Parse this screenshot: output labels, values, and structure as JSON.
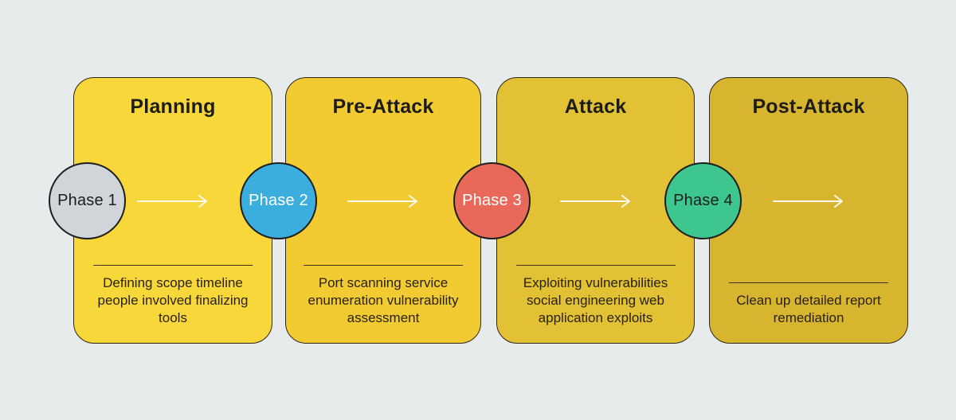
{
  "diagram": {
    "background_color": "#E8EBEC",
    "arrow_color": "#FDF9EC",
    "card_border_color": "#2B2617",
    "phases": [
      {
        "title": "Planning",
        "phase_label": "Phase 1",
        "description": "Defining scope timeline people involved finalizing tools",
        "card_color": "#F8D73B",
        "circle_color": "#D0D5DA",
        "circle_text_color": "#1D1D1D"
      },
      {
        "title": "Pre-Attack",
        "phase_label": "Phase 2",
        "description": "Port scanning service enumeration vulnerability assessment",
        "card_color": "#F2CB33",
        "circle_color": "#3BAEDE",
        "circle_text_color": "#FFFFFF"
      },
      {
        "title": "Attack",
        "phase_label": "Phase 3",
        "description": "Exploiting vulnerabilities social engineering web application exploits",
        "card_color": "#E2C134",
        "circle_color": "#E8685A",
        "circle_text_color": "#FFFFFF"
      },
      {
        "title": "Post-Attack",
        "phase_label": "Phase 4",
        "description": "Clean up detailed report remediation",
        "card_color": "#D8B52F",
        "circle_color": "#3DC68E",
        "circle_text_color": "#1D1D1D"
      }
    ]
  }
}
